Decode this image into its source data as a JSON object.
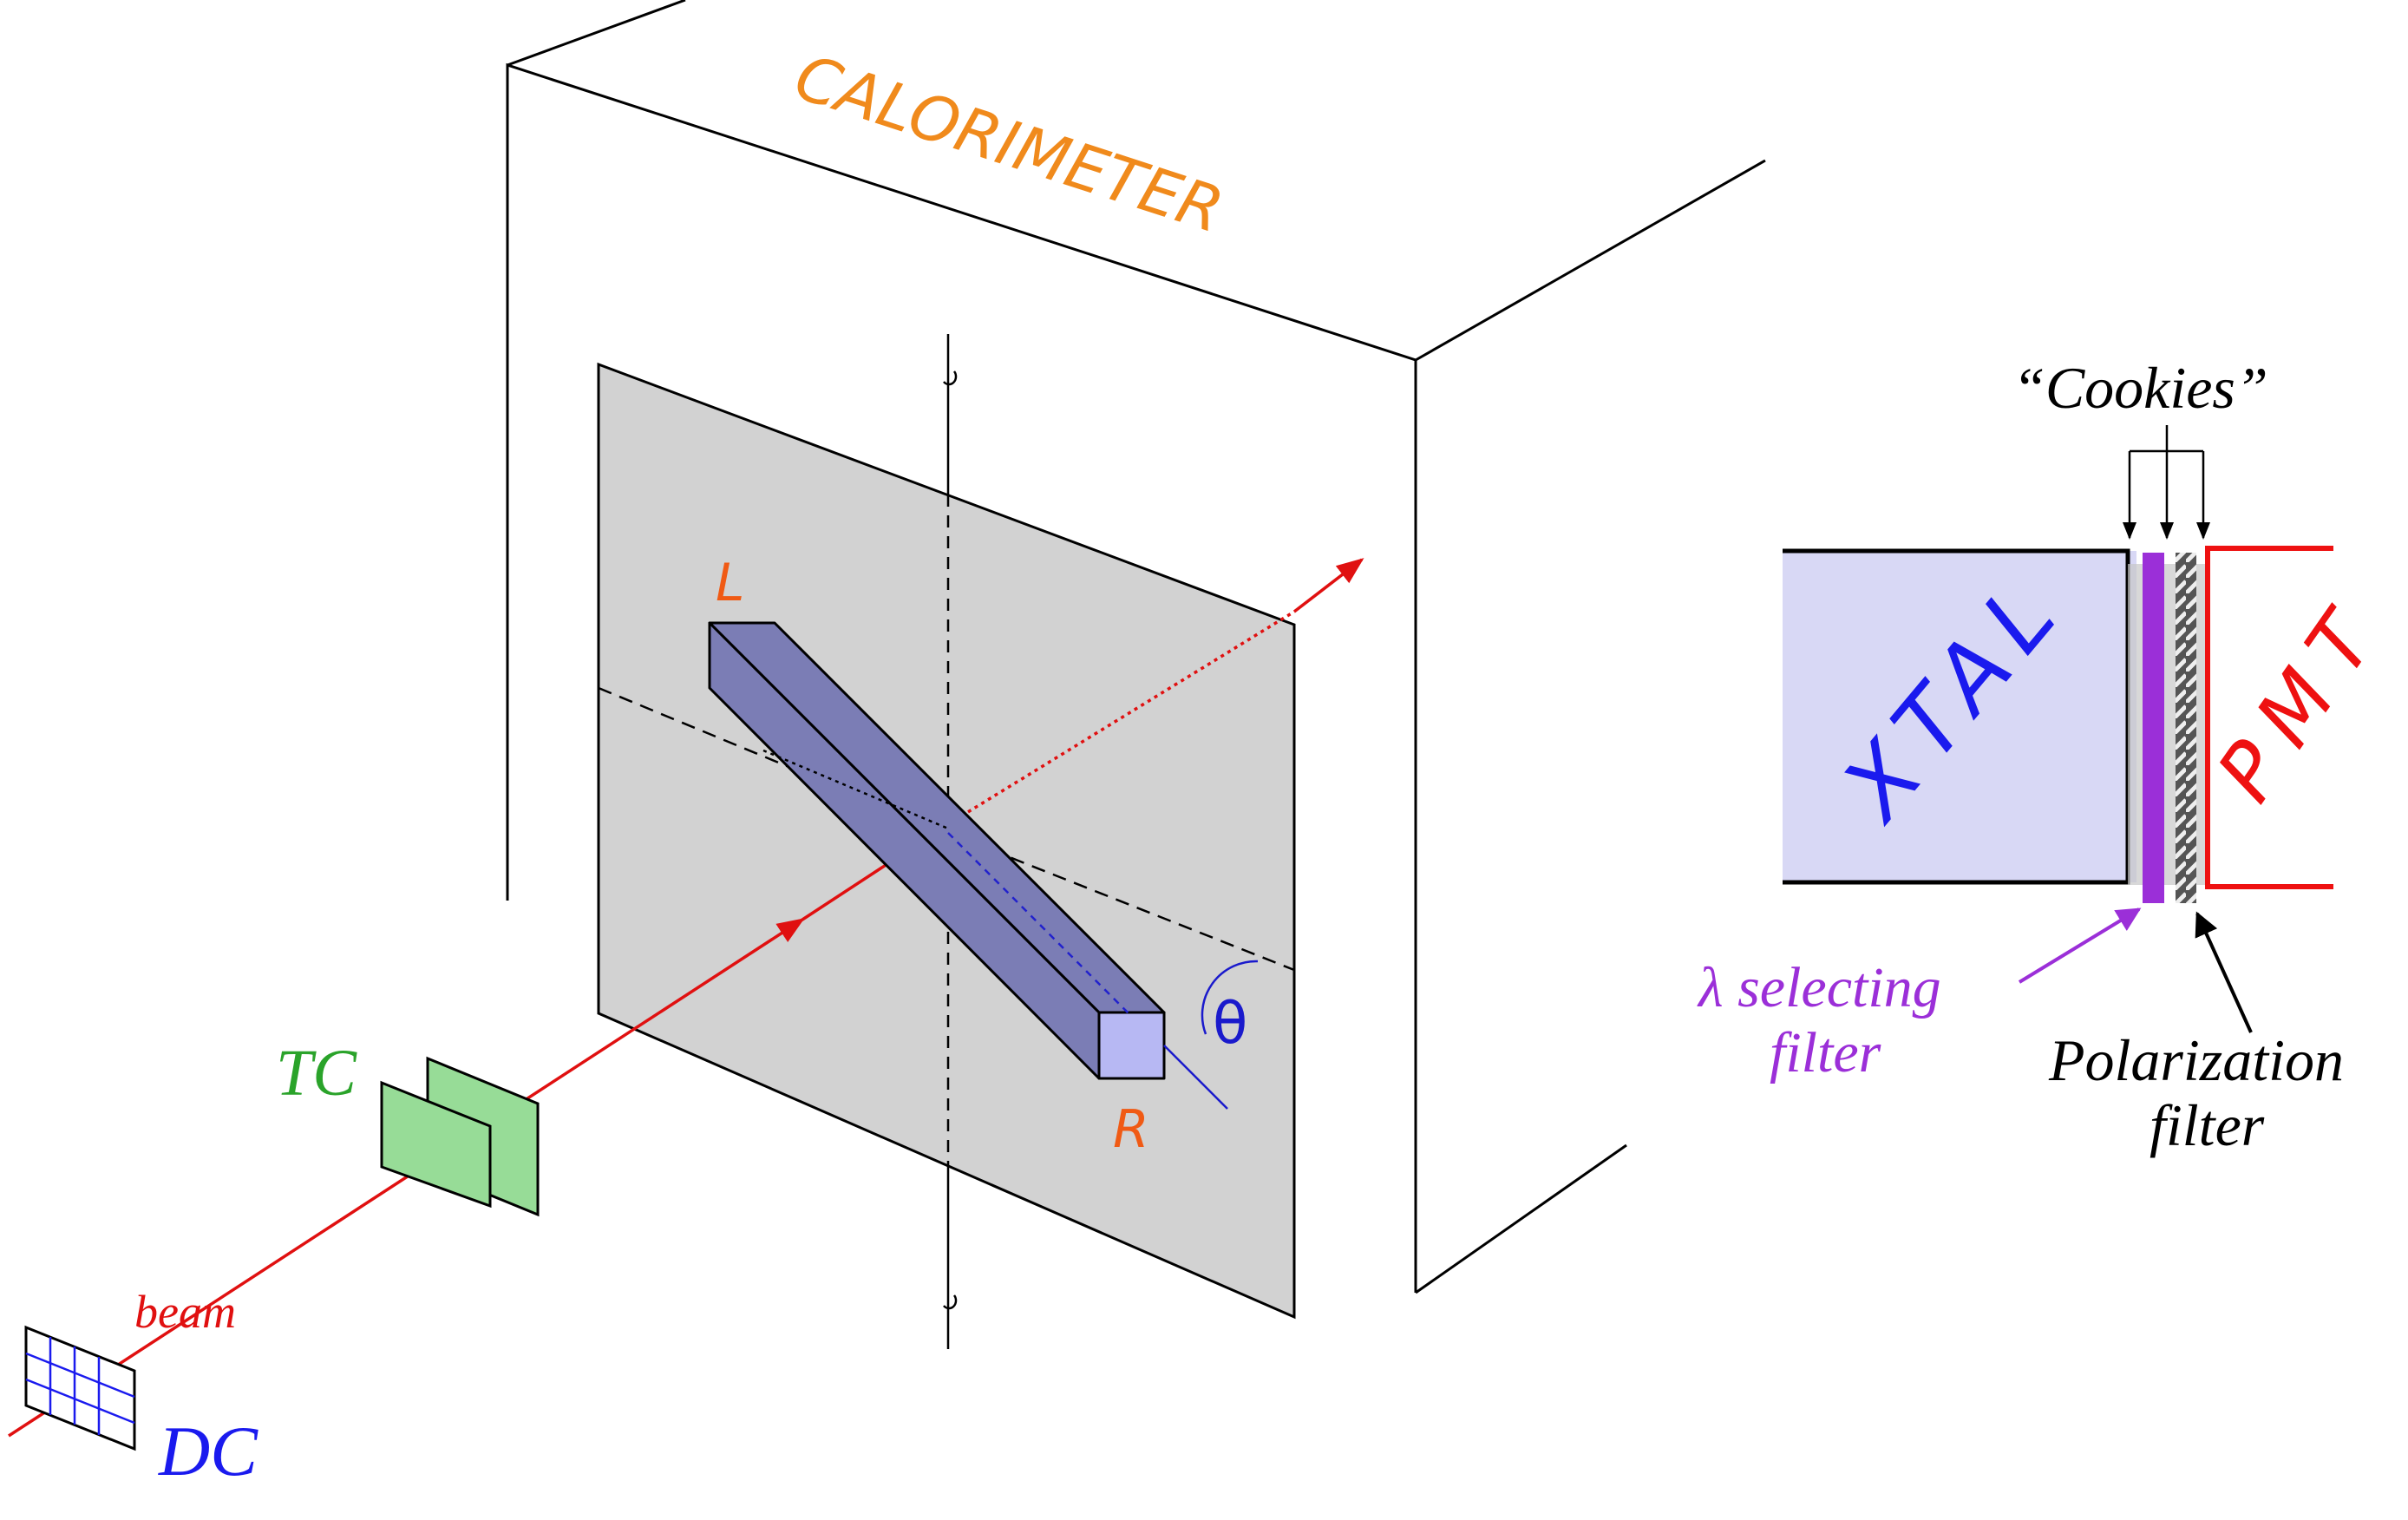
{
  "diagram": {
    "calorimeter_label": "CALORIMETER",
    "crystal_end_L": "L",
    "crystal_end_R": "R",
    "angle_symbol": "θ",
    "trigger_counter": "TC",
    "drift_chamber": "DC",
    "beam_label": "beam",
    "inset": {
      "crystal_label": "XTAL",
      "pmt_label": "PMT",
      "cookies_label": "“Cookies”",
      "lambda_filter_label_line1": "λ selecting",
      "lambda_filter_label_line2": "filter",
      "polarization_label_line1": "Polarization",
      "polarization_label_line2": "filter"
    }
  },
  "colors": {
    "calorimeter": "#f08a1c",
    "beam": "#e01010",
    "crystal": "#7b7db5",
    "crystal_end": "#b7b8f3",
    "angle": "#1a1acc",
    "trigger_counter": "#2aa32a",
    "trigger_counter_fill": "#97dc97",
    "drift_chamber": "#1a1aee",
    "panel": "#d2d2d2",
    "xtal_fill": "#d8d8f5",
    "pmt": "#ee1111",
    "lambda_filter": "#9b2fd8",
    "polarization": "#000000"
  }
}
